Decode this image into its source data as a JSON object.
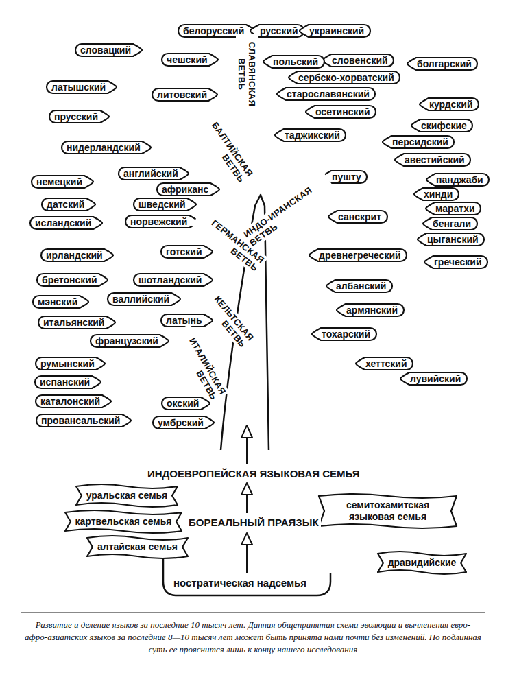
{
  "diagram": {
    "caption": "Развитие и деление языков за последние 10 тысяч лет. Данная общепринятая схема эволюции и вычленения евро-афро-азиатских языков за последние 8—10 тысяч лет может быть принята нами почти без изменений. Но подлинная суть ее прояснится лишь к концу нашего исследования",
    "nodes": [
      {
        "text": [
          "белорусский"
        ]
      },
      {
        "text": [
          "русский"
        ]
      },
      {
        "text": [
          "украинский"
        ]
      },
      {
        "text": [
          "словацкий"
        ]
      },
      {
        "text": [
          "чешский"
        ]
      },
      {
        "text": [
          "словенский"
        ]
      },
      {
        "text": [
          "польский"
        ]
      },
      {
        "text": [
          "болгарский"
        ]
      },
      {
        "text": [
          "сербско-хорватский"
        ]
      },
      {
        "text": [
          "латышский"
        ]
      },
      {
        "text": [
          "старославянский"
        ]
      },
      {
        "text": [
          "литовский"
        ]
      },
      {
        "text": [
          "курдский"
        ]
      },
      {
        "text": [
          "осетинский"
        ]
      },
      {
        "text": [
          "прусский"
        ]
      },
      {
        "text": [
          "скифские"
        ]
      },
      {
        "text": [
          "таджикский"
        ]
      },
      {
        "text": [
          "персидский"
        ]
      },
      {
        "text": [
          "нидерландский"
        ]
      },
      {
        "text": [
          "авестийский"
        ]
      },
      {
        "text": [
          "английский"
        ]
      },
      {
        "text": [
          "пушту"
        ]
      },
      {
        "text": [
          "панджаби"
        ]
      },
      {
        "text": [
          "немецкий"
        ]
      },
      {
        "text": [
          "африканс"
        ]
      },
      {
        "text": [
          "хинди"
        ]
      },
      {
        "text": [
          "датский"
        ]
      },
      {
        "text": [
          "шведский"
        ]
      },
      {
        "text": [
          "маратхи"
        ]
      },
      {
        "text": [
          "санскрит"
        ]
      },
      {
        "text": [
          "норвежский"
        ]
      },
      {
        "text": [
          "исландский"
        ]
      },
      {
        "text": [
          "бенгали"
        ]
      },
      {
        "text": [
          "цыганский"
        ]
      },
      {
        "text": [
          "готский"
        ]
      },
      {
        "text": [
          "ирландский"
        ]
      },
      {
        "text": [
          "древнегреческий"
        ]
      },
      {
        "text": [
          "греческий"
        ]
      },
      {
        "text": [
          "бретонский"
        ]
      },
      {
        "text": [
          "шотландский"
        ]
      },
      {
        "text": [
          "албанский"
        ]
      },
      {
        "text": [
          "валлийский"
        ]
      },
      {
        "text": [
          "мэнский"
        ]
      },
      {
        "text": [
          "армянский"
        ]
      },
      {
        "text": [
          "латынь"
        ]
      },
      {
        "text": [
          "итальянский"
        ]
      },
      {
        "text": [
          "тохарский"
        ]
      },
      {
        "text": [
          "французский"
        ]
      },
      {
        "text": [
          "румынский"
        ]
      },
      {
        "text": [
          "хеттский"
        ]
      },
      {
        "text": [
          "лувийский"
        ]
      },
      {
        "text": [
          "испанский"
        ]
      },
      {
        "text": [
          "каталонский"
        ]
      },
      {
        "text": [
          "окский"
        ]
      },
      {
        "text": [
          "провансальский"
        ]
      },
      {
        "text": [
          "умбрский"
        ]
      },
      {
        "text": [
          "уральская семья"
        ]
      },
      {
        "text": [
          "семитохамитская языковая семья"
        ]
      },
      {
        "text": [
          "картвельская семья"
        ]
      },
      {
        "text": [
          "алтайская семья"
        ]
      },
      {
        "text": [
          "дравидийские"
        ]
      }
    ],
    "labels": [
      "СЛАВЯНСКАЯ ВЕТВЬ",
      "БАЛТИЙСКАЯ ВЕТВЬ",
      "ГЕРМАНСКАЯ ВЕТВЬ",
      "ИНДО-ИРАНСКАЯ ВЕТВЬ",
      "КЕЛЬТСКАЯ ВЕТВЬ",
      "ИТАЛИЙСКАЯ ВЕТВЬ",
      "ИНДОЕВРОПЕЙСКАЯ ЯЗЫКОВАЯ СЕМЬЯ",
      "БОРЕАЛЬНЫЙ ПРАЯЗЫК",
      "ностратическая надсемья"
    ]
  }
}
